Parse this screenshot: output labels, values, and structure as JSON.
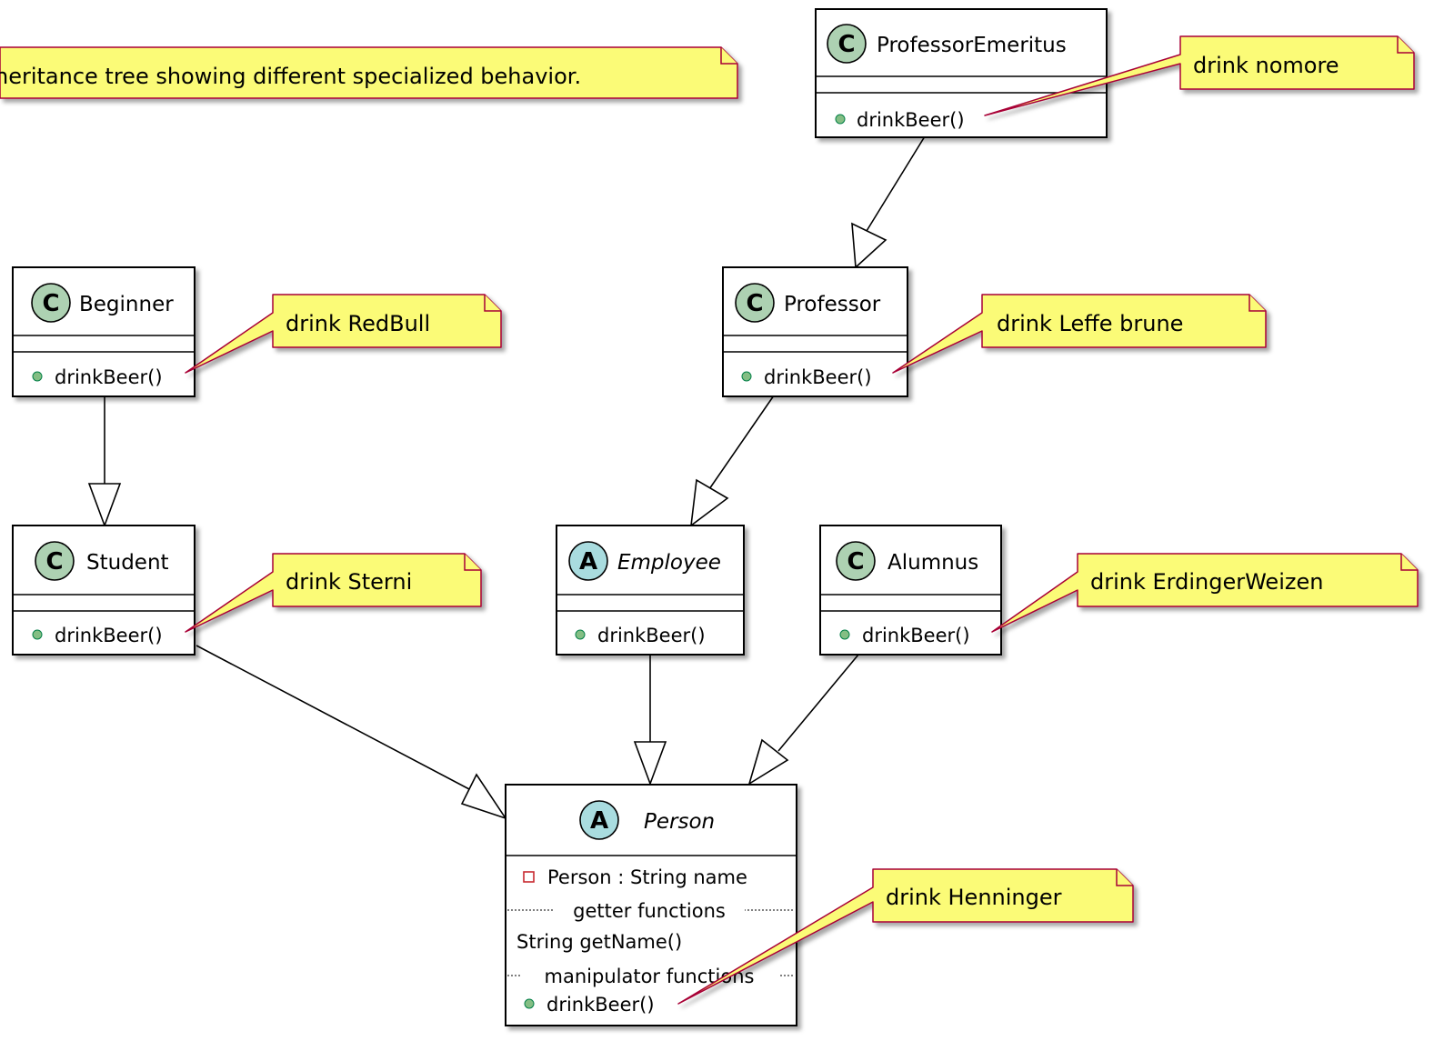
{
  "diagram": {
    "title_note": "heritance tree showing different specialized behavior.",
    "classes": [
      {
        "id": "professor-emeritus",
        "kind": "C",
        "name": "ProfessorEmeritus",
        "abstract": false,
        "members": [
          "drinkBeer()"
        ]
      },
      {
        "id": "beginner",
        "kind": "C",
        "name": "Beginner",
        "abstract": false,
        "members": [
          "drinkBeer()"
        ]
      },
      {
        "id": "professor",
        "kind": "C",
        "name": "Professor",
        "abstract": false,
        "members": [
          "drinkBeer()"
        ]
      },
      {
        "id": "student",
        "kind": "C",
        "name": "Student",
        "abstract": false,
        "members": [
          "drinkBeer()"
        ]
      },
      {
        "id": "employee",
        "kind": "A",
        "name": "Employee",
        "abstract": true,
        "members": [
          "drinkBeer()"
        ]
      },
      {
        "id": "alumnus",
        "kind": "C",
        "name": "Alumnus",
        "abstract": false,
        "members": [
          "drinkBeer()"
        ]
      }
    ],
    "person": {
      "kind": "A",
      "name": "Person",
      "field": "Person : String name",
      "separator_getter": "getter functions",
      "getter": "String getName()",
      "separator_manipulator": "manipulator functions",
      "method": "drinkBeer()"
    },
    "notes": [
      {
        "id": "note-nomore",
        "text": "drink nomore"
      },
      {
        "id": "note-redbull",
        "text": "drink RedBull"
      },
      {
        "id": "note-leffe",
        "text": "drink Leffe brune"
      },
      {
        "id": "note-sterni",
        "text": "drink Sterni"
      },
      {
        "id": "note-erdinger",
        "text": "drink ErdingerWeizen"
      },
      {
        "id": "note-henninger",
        "text": "drink Henninger"
      }
    ],
    "colors": {
      "class_badge": "#ADD1B2",
      "abstract_badge": "#A9DCDF",
      "note_fill": "#FBFB77",
      "note_border": "#A80036",
      "public_method_dot": "#84BE84",
      "private_field": "#C82930",
      "border": "#000000"
    }
  }
}
